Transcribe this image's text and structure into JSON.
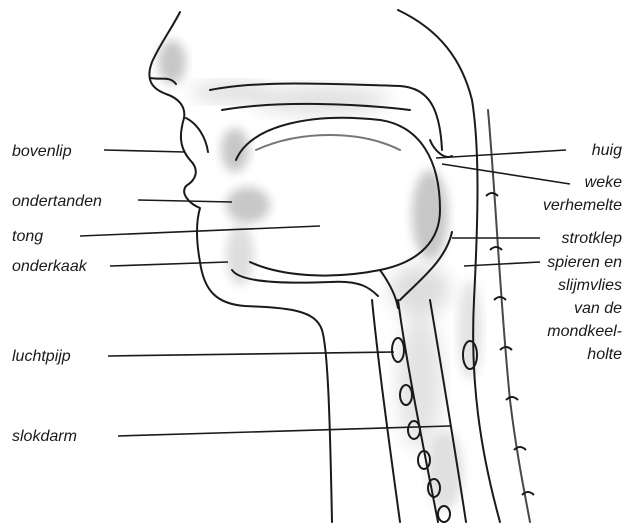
{
  "labels_left": {
    "bovenlip": "bovenlip",
    "ondertanden": "ondertanden",
    "tong": "tong",
    "onderkaak": "onderkaak",
    "luchtpijp": "luchtpijp",
    "slokdarm": "slokdarm"
  },
  "labels_right": {
    "huig": "huig",
    "weke_verhemelte_line1": "weke",
    "weke_verhemelte_line2": "verhemelte",
    "strotklep": "strotklep",
    "spieren_line1": "spieren en",
    "spieren_line2": "slijmvlies",
    "spieren_line3": "van de",
    "spieren_line4": "mondkeel-",
    "spieren_line5": "holte"
  },
  "colors": {
    "ink": "#1a1a1a",
    "shade": "#9a9a9a",
    "light_shade": "#cfcfcf"
  }
}
